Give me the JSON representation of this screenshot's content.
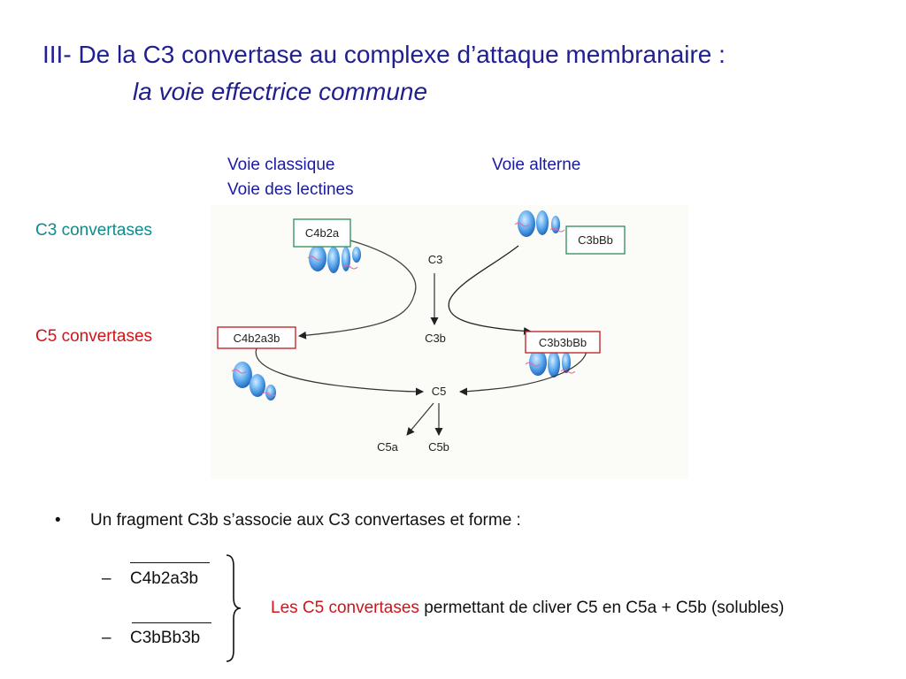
{
  "title": {
    "line1": "III- De la C3 convertase au complexe d’attaque membranaire :",
    "line2": "la voie effectrice commune"
  },
  "pathways": {
    "classique": "Voie classique",
    "lectines": "Voie des lectines",
    "alterne": "Voie alterne"
  },
  "side_labels": {
    "c3": {
      "text": "C3 convertases",
      "color": "#0f8b8b"
    },
    "c5": {
      "text": "C5 convertases",
      "color": "#d0141a"
    }
  },
  "diagram": {
    "box_c4b2a": "C4b2a",
    "box_c3bbb": "C3bBb",
    "box_c4b2a3b": "C4b2a3b",
    "box_c3b3bbb": "C3b3bBb",
    "node_c3": "C3",
    "node_c3b": "C3b",
    "node_c5": "C5",
    "node_c5a": "C5a",
    "node_c5b": "C5b",
    "c3_box_border": "#2e8b57",
    "c5_box_border": "#c0181d",
    "protein_color": "#2f7fd6"
  },
  "bullets": {
    "intro": "Un fragment C3b s’associe aux C3 convertases et forme :",
    "items": [
      "C4b2a3b",
      "C3bBb3b"
    ],
    "conclusion_highlight": "Les C5 convertases",
    "conclusion_rest": " permettant de cliver C5 en C5a + C5b (solubles)"
  }
}
